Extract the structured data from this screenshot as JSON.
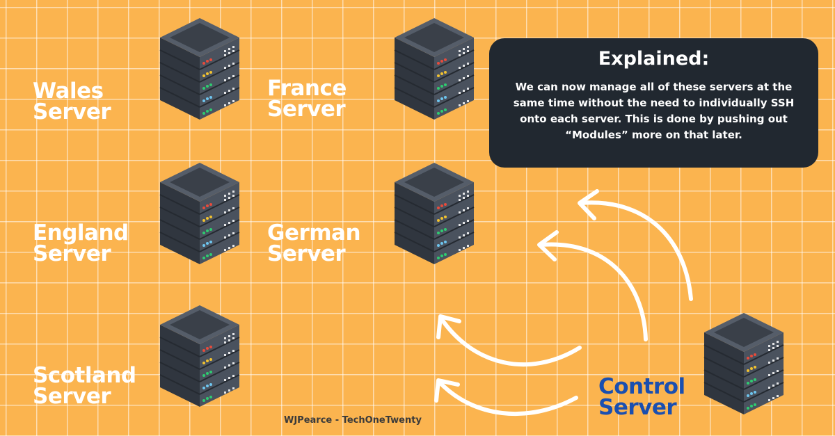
{
  "servers": [
    {
      "id": "wales",
      "line1": "Wales",
      "line2": "Server"
    },
    {
      "id": "france",
      "line1": "France",
      "line2": "Server"
    },
    {
      "id": "england",
      "line1": "England",
      "line2": "Server"
    },
    {
      "id": "german",
      "line1": "German",
      "line2": "Server"
    },
    {
      "id": "scotland",
      "line1": "Scotland",
      "line2": "Server"
    },
    {
      "id": "control",
      "line1": "Control",
      "line2": "Server"
    }
  ],
  "explanation": {
    "title": "Explained:",
    "body": "We can now manage all of these servers at the same time without the need to individually SSH onto each server. This is done by pushing out “Modules” more on that later."
  },
  "credit": "WJPearce - TechOneTwenty",
  "colors": {
    "background": "#fbb44f",
    "panel": "#212830",
    "control_label": "#1a4fb0",
    "server_body": "#3e4550",
    "led_red": "#e84b3c",
    "led_yellow": "#f2c230",
    "led_green": "#2ecc71",
    "led_blue": "#6ec6f0"
  }
}
